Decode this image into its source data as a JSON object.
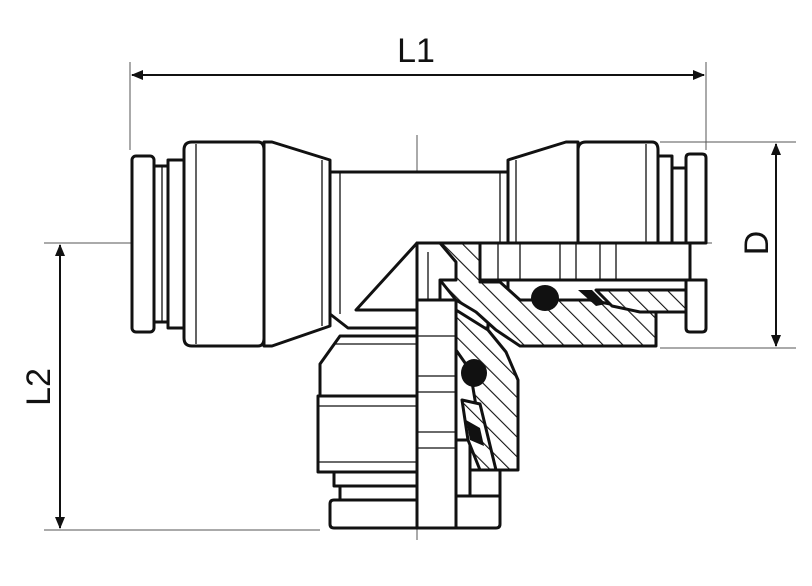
{
  "drawing": {
    "labels": {
      "length_overall": "L1",
      "branch_length": "L2",
      "diameter": "D"
    },
    "colors": {
      "line": "#111111",
      "background": "#ffffff"
    }
  }
}
